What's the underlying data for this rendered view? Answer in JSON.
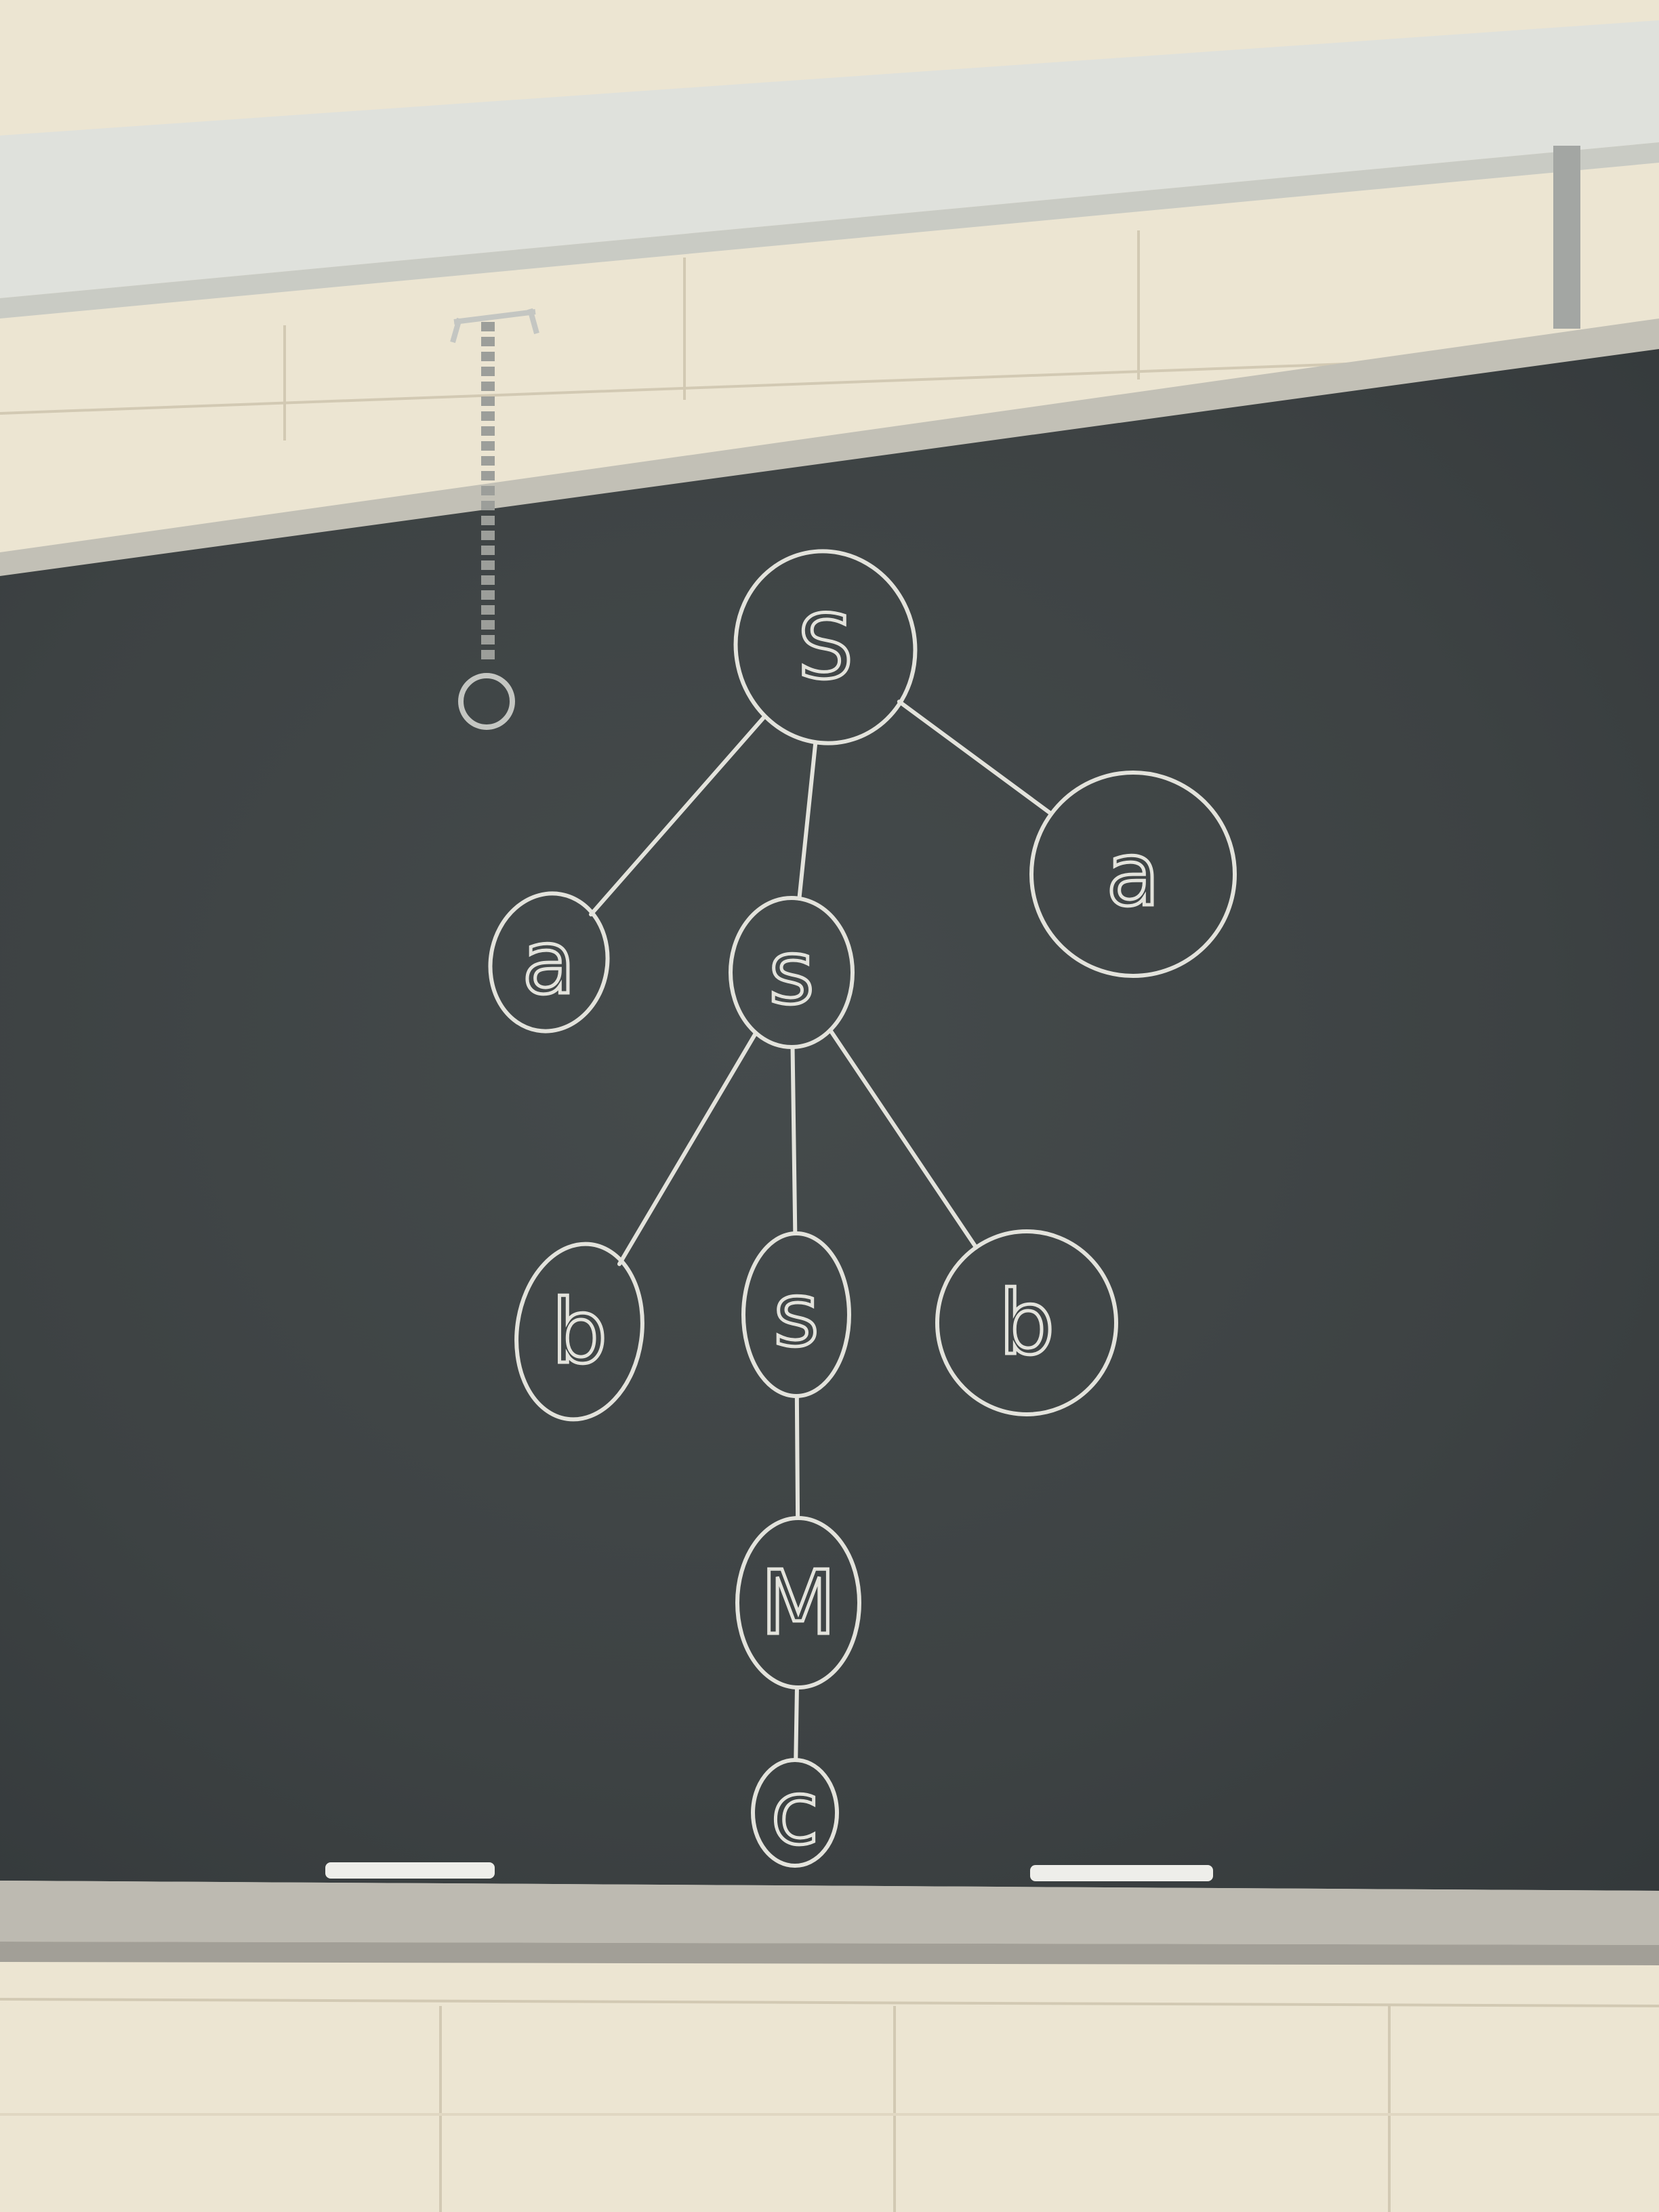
{
  "tree": {
    "nodes": [
      {
        "id": "n-root",
        "label": "S"
      },
      {
        "id": "n-a-left",
        "label": "a"
      },
      {
        "id": "n-s-mid",
        "label": "s"
      },
      {
        "id": "n-a-right",
        "label": "a"
      },
      {
        "id": "n-b-left",
        "label": "b"
      },
      {
        "id": "n-s-low",
        "label": "s"
      },
      {
        "id": "n-b-right",
        "label": "b"
      },
      {
        "id": "n-m",
        "label": "M"
      },
      {
        "id": "n-c",
        "label": "c"
      }
    ],
    "edges": [
      [
        "n-root",
        "n-a-left"
      ],
      [
        "n-root",
        "n-s-mid"
      ],
      [
        "n-root",
        "n-a-right"
      ],
      [
        "n-s-mid",
        "n-b-left"
      ],
      [
        "n-s-mid",
        "n-s-low"
      ],
      [
        "n-s-mid",
        "n-b-right"
      ],
      [
        "n-s-low",
        "n-m"
      ],
      [
        "n-m",
        "n-c"
      ]
    ]
  },
  "colors": {
    "board": "#3c4142",
    "chalk": "#e3e3dc",
    "wall": "#ece5d2",
    "ledge": "#bdbab1"
  }
}
